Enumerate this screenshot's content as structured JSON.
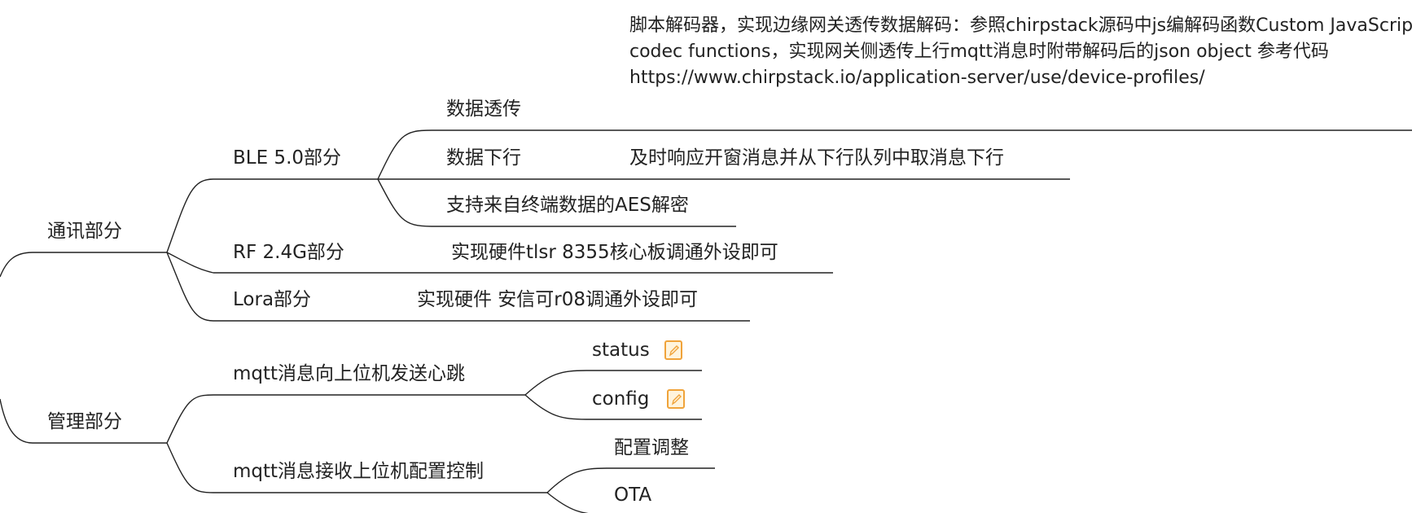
{
  "mindmap": {
    "comm": {
      "label": "通讯部分",
      "ble": {
        "label": "BLE 5.0部分",
        "passthrough": {
          "label": "数据透传",
          "detail": "脚本解码器，实现边缘网关透传数据解码：参照chirpstack源码中js编解码函数Custom JavaScript codec functions，实现网关侧透传上行mqtt消息时附带解码后的json object  参考代码https://www.chirpstack.io/application-server/use/device-profiles/"
        },
        "downlink": {
          "label": "数据下行",
          "detail": "及时响应开窗消息并从下行队列中取消息下行"
        },
        "aes": {
          "label": "支持来自终端数据的AES解密"
        }
      },
      "rf": {
        "label": "RF 2.4G部分",
        "detail": "实现硬件tlsr 8355核心板调通外设即可"
      },
      "lora": {
        "label": "Lora部分",
        "detail": "实现硬件 安信可r08调通外设即可"
      }
    },
    "mgmt": {
      "label": "管理部分",
      "heartbeat": {
        "label": "mqtt消息向上位机发送心跳",
        "status": {
          "label": "status",
          "icon": "note-icon"
        },
        "config": {
          "label": "config",
          "icon": "note-icon"
        }
      },
      "control": {
        "label": "mqtt消息接收上位机配置控制",
        "adjust": {
          "label": "配置调整"
        },
        "ota": {
          "label": "OTA"
        }
      }
    }
  },
  "colors": {
    "line": "#222222",
    "note_border": "#f0a33a",
    "note_fill": "#fff4dd"
  }
}
